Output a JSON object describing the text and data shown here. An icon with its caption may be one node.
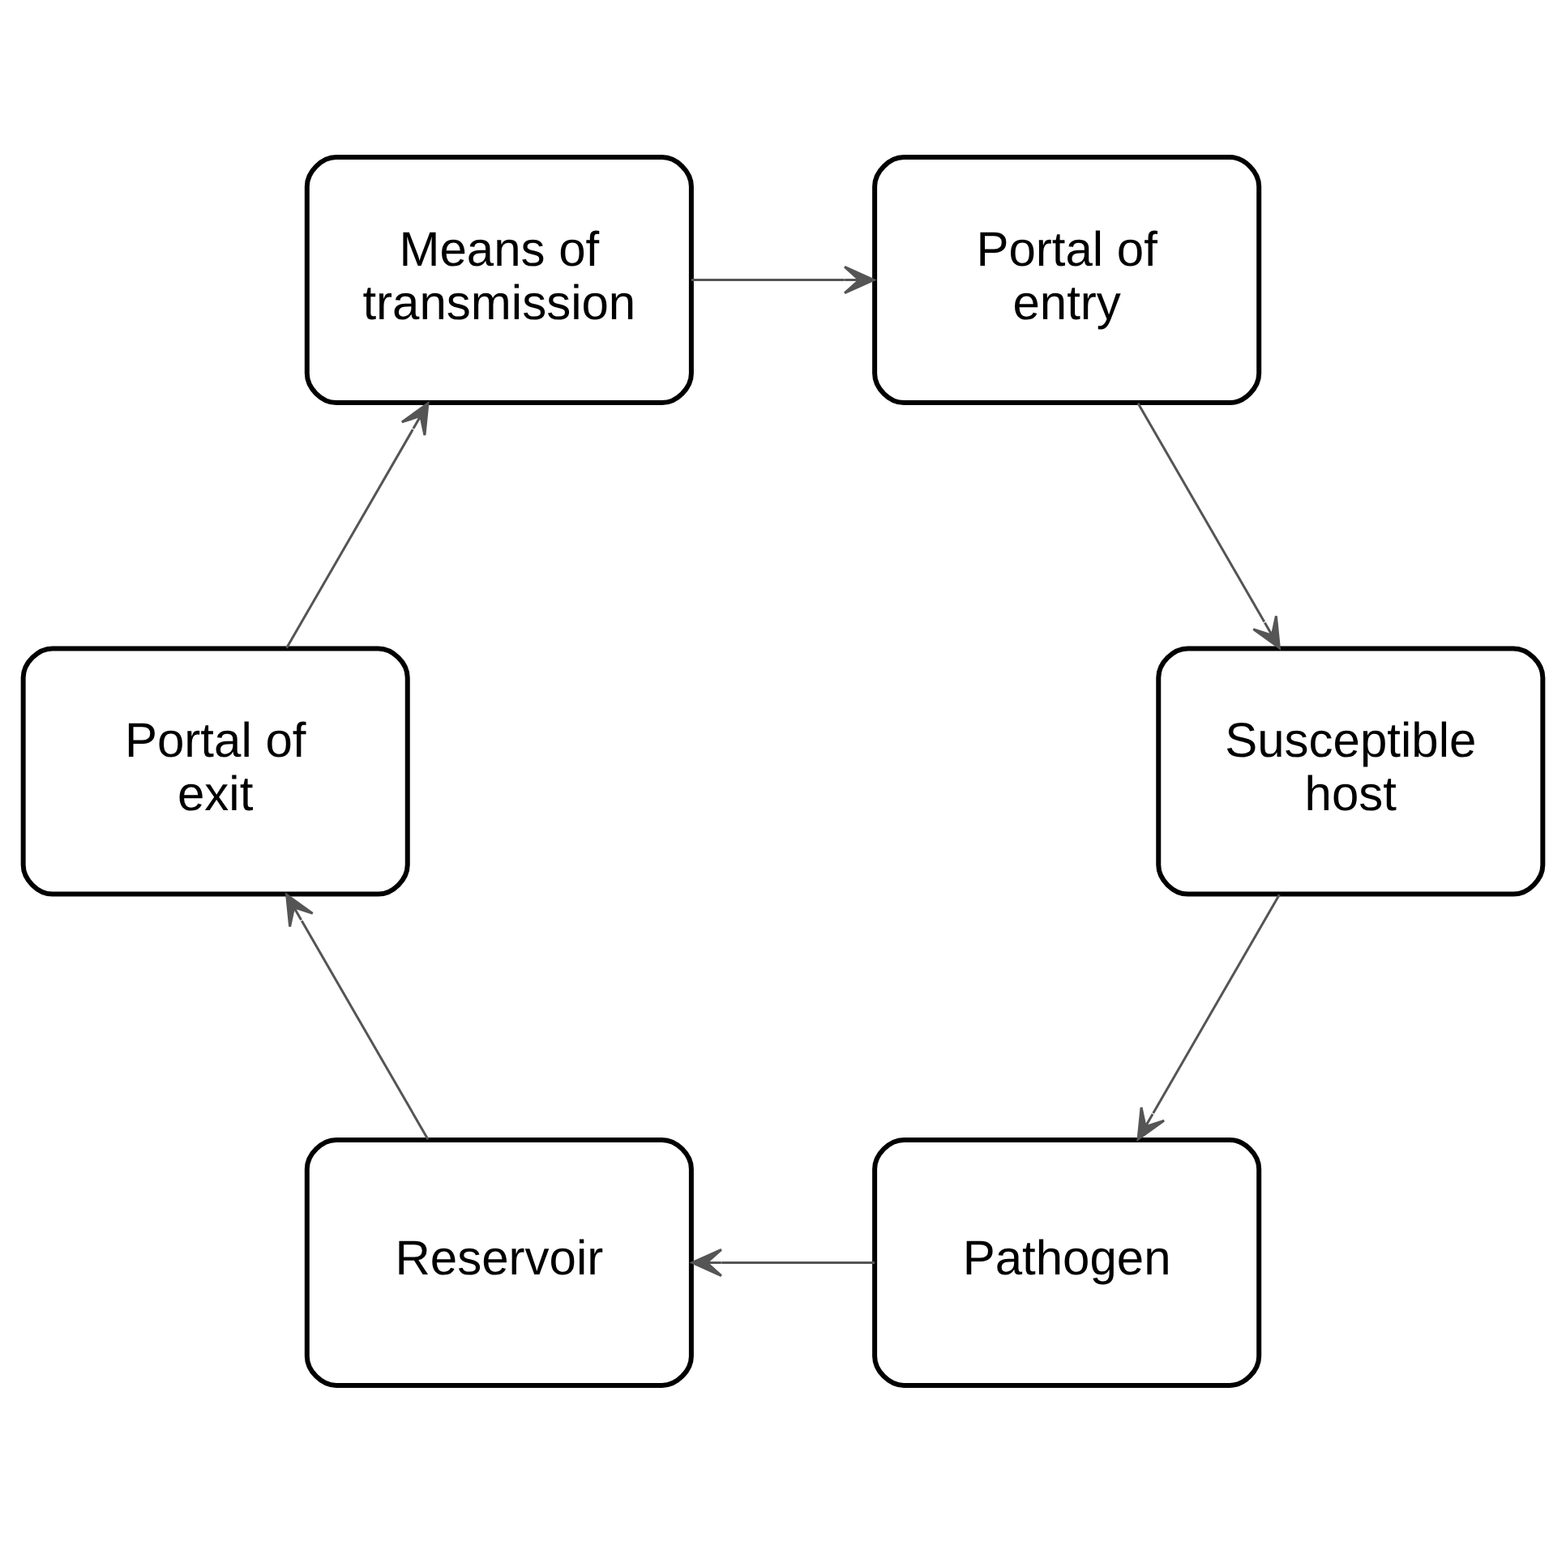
{
  "diagram": {
    "nodes": [
      {
        "text": [
          "Pathogen"
        ]
      },
      {
        "text": [
          "Reservoir"
        ]
      },
      {
        "text": [
          "Portal of exit"
        ]
      },
      {
        "text": [
          "Means of transmission"
        ]
      },
      {
        "text": [
          "Portal of entry"
        ]
      },
      {
        "text": [
          "Susceptible host"
        ]
      }
    ],
    "edges": [
      {
        "from": 0,
        "to": 1,
        "arrow": "to"
      },
      {
        "from": 1,
        "to": 2,
        "arrow": "to"
      },
      {
        "from": 2,
        "to": 3,
        "arrow": "to"
      },
      {
        "from": 3,
        "to": 4,
        "arrow": "to"
      },
      {
        "from": 4,
        "to": 5,
        "arrow": "to"
      },
      {
        "from": 5,
        "to": 0,
        "arrow": "to"
      }
    ]
  }
}
